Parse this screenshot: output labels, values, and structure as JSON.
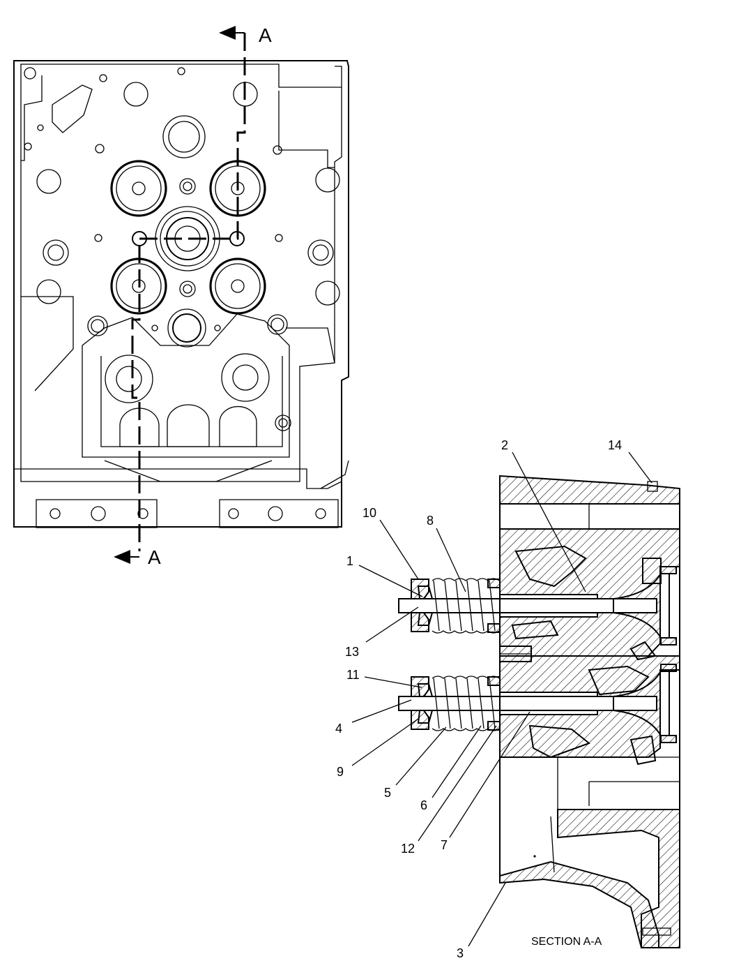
{
  "section_marker": {
    "letter": "A"
  },
  "caption": "SECTION A-A",
  "callouts": [
    "1",
    "2",
    "3",
    "4",
    "5",
    "6",
    "7",
    "8",
    "9",
    "10",
    "11",
    "12",
    "13",
    "14"
  ]
}
